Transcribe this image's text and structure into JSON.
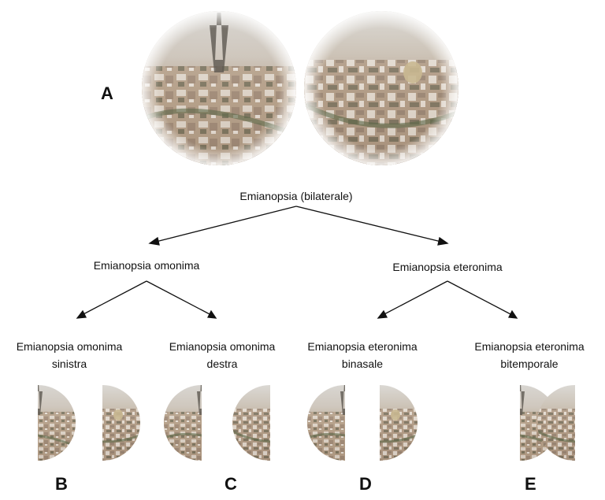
{
  "labels": {
    "a": "A",
    "b": "B",
    "c": "C",
    "d": "D",
    "e": "E"
  },
  "tree": {
    "root": "Emianopsia (bilaterale)",
    "omonima": "Emianopsia omonima",
    "eteronima": "Emianopsia eteronima",
    "leaves": {
      "omonima_sinistra": [
        "Emianopsia omonima",
        "sinistra"
      ],
      "omonima_destra": [
        "Emianopsia omonima",
        "destra"
      ],
      "eteronima_binasale": [
        "Emianopsia eteronima",
        "binasale"
      ],
      "eteronima_bitemporale": [
        "Emianopsia eteronima",
        "bitemporale"
      ]
    }
  }
}
